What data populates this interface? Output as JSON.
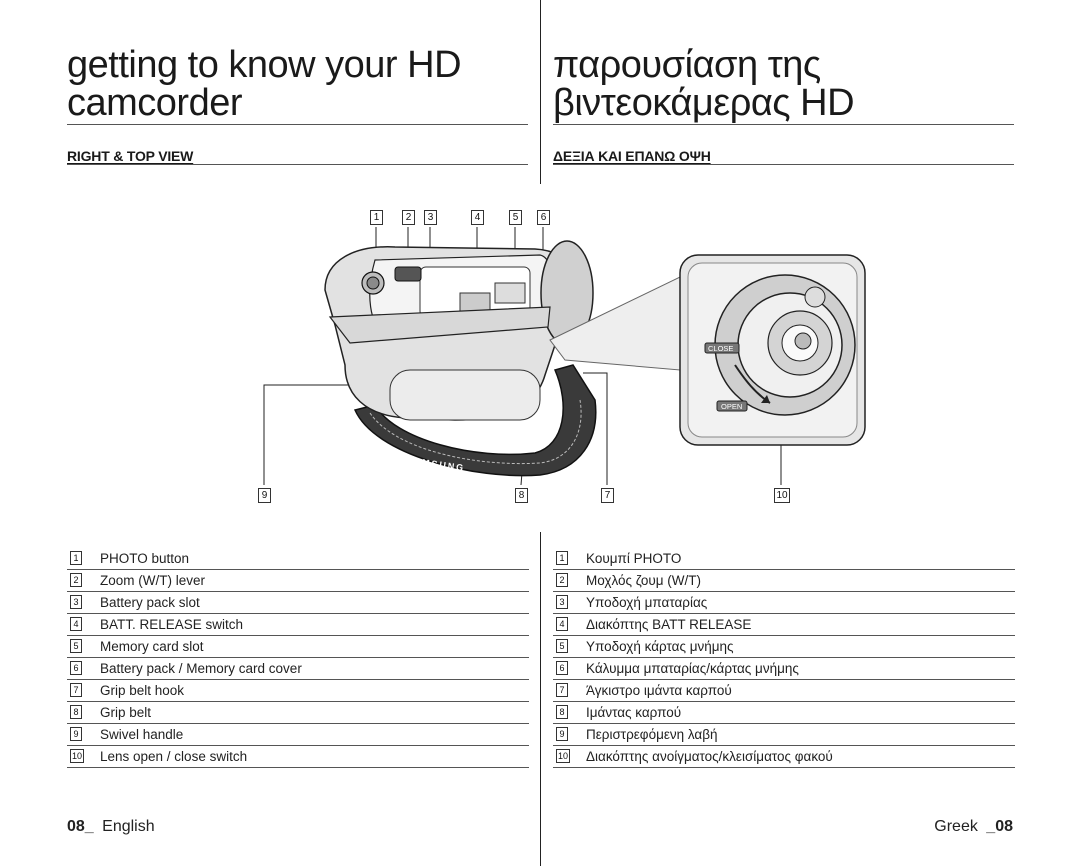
{
  "left": {
    "title_line1": "getting to know your HD",
    "title_line2": "camcorder",
    "section": "RIGHT & TOP VIEW",
    "items": [
      {
        "num": "1",
        "text": "PHOTO button"
      },
      {
        "num": "2",
        "text": "Zoom (W/T) lever"
      },
      {
        "num": "3",
        "text": "Battery pack slot"
      },
      {
        "num": "4",
        "text": "BATT. RELEASE switch"
      },
      {
        "num": "5",
        "text": "Memory card slot"
      },
      {
        "num": "6",
        "text": "Battery pack / Memory card cover"
      },
      {
        "num": "7",
        "text": "Grip belt hook"
      },
      {
        "num": "8",
        "text": "Grip belt"
      },
      {
        "num": "9",
        "text": "Swivel handle"
      },
      {
        "num": "10",
        "text": "Lens open / close switch"
      }
    ],
    "footer_page": "08_",
    "footer_lang": "English"
  },
  "right": {
    "title_line1": "παρουσίαση της",
    "title_line2": "βιντεοκάμερας HD",
    "section": "ΔΕΞΙΑ ΚΑΙ ΕΠΑΝΩ ΟΨΗ",
    "items": [
      {
        "num": "1",
        "text": "Κουμπί PHOTO"
      },
      {
        "num": "2",
        "text": "Μοχλός ζουμ (W/T)"
      },
      {
        "num": "3",
        "text": "Υποδοχή μπαταρίας"
      },
      {
        "num": "4",
        "text": "Διακόπτης BATT RELEASE"
      },
      {
        "num": "5",
        "text": "Υποδοχή κάρτας μνήμης"
      },
      {
        "num": "6",
        "text": "Κάλυμμα μπαταρίας/κάρτας μνήμης"
      },
      {
        "num": "7",
        "text": "Άγκιστρο ιμάντα καρπού"
      },
      {
        "num": "8",
        "text": "Ιμάντας καρπού"
      },
      {
        "num": "9",
        "text": "Περιστρεφόμενη λαβή"
      },
      {
        "num": "10",
        "text": "Διακόπτης ανοίγματος/κλεισίματος φακού"
      }
    ],
    "footer_lang": "Greek",
    "footer_page": "_08"
  },
  "figure": {
    "callouts_top": [
      "1",
      "2",
      "3",
      "4",
      "5",
      "6"
    ],
    "callouts_bottom": [
      "9",
      "8",
      "7",
      "10"
    ],
    "brand_text": "SAMSUNG",
    "inset_label_close": "CLOSE",
    "inset_label_open": "OPEN"
  }
}
